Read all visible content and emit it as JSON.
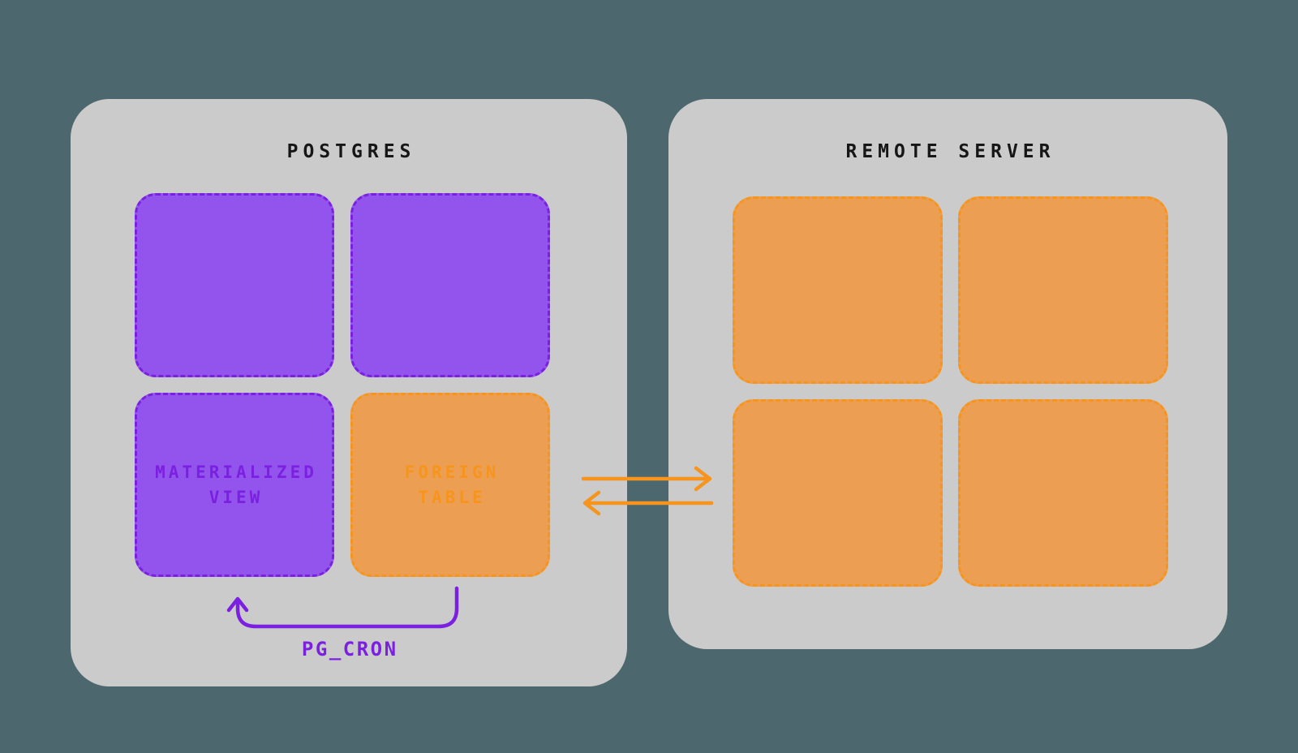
{
  "colors": {
    "background": "#4d676e",
    "container": "#cbcbcb",
    "purple_fill": "#9254ec",
    "purple_accent": "#7b1fe0",
    "orange_fill": "#ec9f52",
    "orange_accent": "#f7941d",
    "title_text": "#161616"
  },
  "postgres": {
    "title": "POSTGRES",
    "boxes": [
      {
        "name": "table-top-left",
        "color": "purple",
        "label_line1": "",
        "label_line2": ""
      },
      {
        "name": "table-top-right",
        "color": "purple",
        "label_line1": "",
        "label_line2": ""
      },
      {
        "name": "materialized-view",
        "color": "purple",
        "label_line1": "MATERIALIZED",
        "label_line2": "VIEW"
      },
      {
        "name": "foreign-table",
        "color": "orange",
        "label_line1": "FOREIGN",
        "label_line2": "TABLE"
      }
    ],
    "cron_label": "PG_CRON"
  },
  "remote_server": {
    "title": "REMOTE SERVER",
    "boxes": [
      {
        "name": "remote-table-top-left",
        "color": "orange",
        "label_line1": "",
        "label_line2": ""
      },
      {
        "name": "remote-table-top-right",
        "color": "orange",
        "label_line1": "",
        "label_line2": ""
      },
      {
        "name": "remote-table-bottom-left",
        "color": "orange",
        "label_line1": "",
        "label_line2": ""
      },
      {
        "name": "remote-table-bottom-right",
        "color": "orange",
        "label_line1": "",
        "label_line2": ""
      }
    ]
  },
  "arrows": {
    "to_remote": {
      "direction": "right",
      "color_key": "orange_accent"
    },
    "from_remote": {
      "direction": "left",
      "color_key": "orange_accent"
    },
    "pg_cron_loop": {
      "direction": "up-loop",
      "color_key": "purple_accent"
    }
  }
}
